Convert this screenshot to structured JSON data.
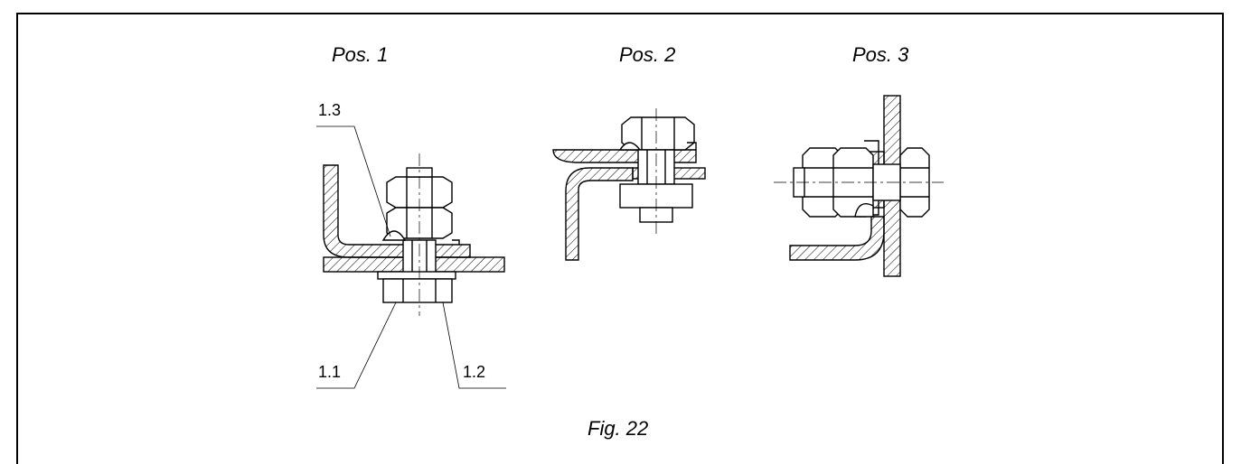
{
  "figure": {
    "caption": "Fig. 22",
    "positions": [
      {
        "title": "Pos. 1",
        "callouts": [
          "1.3",
          "1.1",
          "1.2"
        ]
      },
      {
        "title": "Pos. 2"
      },
      {
        "title": "Pos. 3"
      }
    ]
  },
  "colors": {
    "line": "#000000",
    "background": "#ffffff"
  }
}
